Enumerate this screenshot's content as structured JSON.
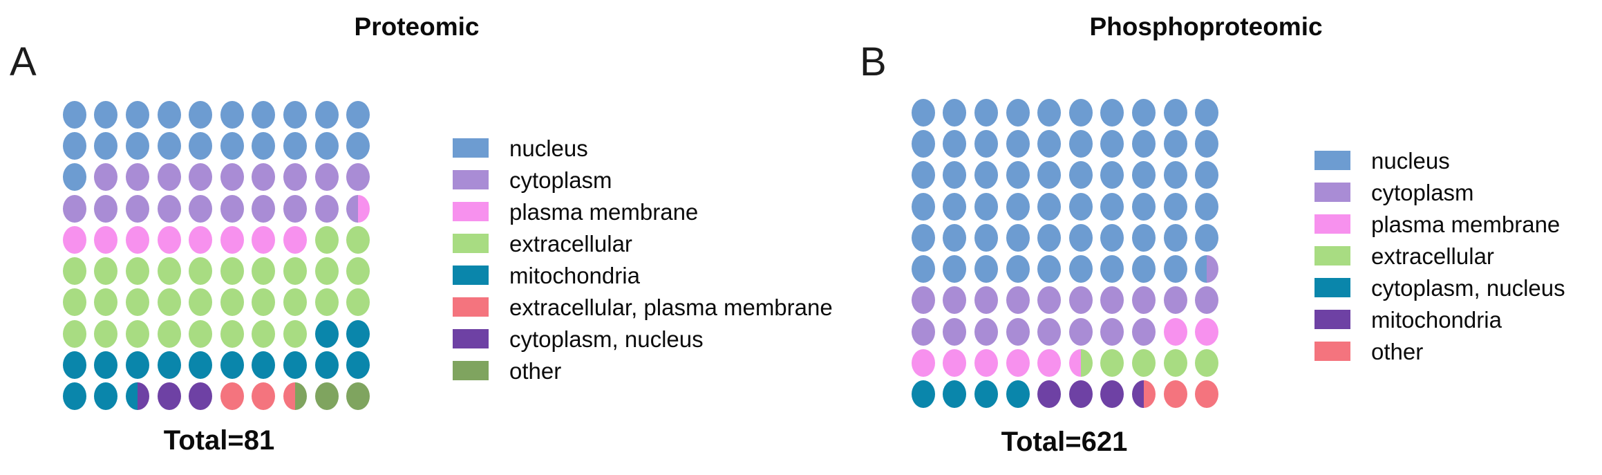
{
  "panels": [
    {
      "panel_label": "A",
      "title": "Proteomic",
      "total_text": "Total=81",
      "total": 81,
      "legend": [
        {
          "label": "nucleus",
          "color": "#6D9CD1"
        },
        {
          "label": "cytoplasm",
          "color": "#A98CD5"
        },
        {
          "label": "plasma membrane",
          "color": "#F791EE"
        },
        {
          "label": "extracellular",
          "color": "#A8DC82"
        },
        {
          "label": "mitochondria",
          "color": "#0A86AB"
        },
        {
          "label": "extracellular, plasma membrane",
          "color": "#F4747E"
        },
        {
          "label": "cytoplasm, nucleus",
          "color": "#6E41A4"
        },
        {
          "label": "other",
          "color": "#7FA45F"
        }
      ],
      "grid_rows": [
        [
          0,
          0,
          0,
          0,
          0,
          0,
          0,
          0,
          0,
          0
        ],
        [
          0,
          0,
          0,
          0,
          0,
          0,
          0,
          0,
          0,
          0
        ],
        [
          0,
          1,
          1,
          1,
          1,
          1,
          1,
          1,
          1,
          1
        ],
        [
          1,
          1,
          1,
          1,
          1,
          1,
          1,
          1,
          1,
          "1|2"
        ],
        [
          2,
          2,
          2,
          2,
          2,
          2,
          2,
          2,
          3,
          3
        ],
        [
          3,
          3,
          3,
          3,
          3,
          3,
          3,
          3,
          3,
          3
        ],
        [
          3,
          3,
          3,
          3,
          3,
          3,
          3,
          3,
          3,
          3
        ],
        [
          3,
          3,
          3,
          3,
          3,
          3,
          3,
          3,
          4,
          4
        ],
        [
          4,
          4,
          4,
          4,
          4,
          4,
          4,
          4,
          4,
          4
        ],
        [
          4,
          4,
          "4|6",
          6,
          6,
          5,
          5,
          "5|7",
          7,
          7
        ]
      ]
    },
    {
      "panel_label": "B",
      "title": "Phosphoproteomic",
      "total_text": "Total=621",
      "total": 621,
      "legend": [
        {
          "label": "nucleus",
          "color": "#6D9CD1"
        },
        {
          "label": "cytoplasm",
          "color": "#A98CD5"
        },
        {
          "label": "plasma membrane",
          "color": "#F791EE"
        },
        {
          "label": "extracellular",
          "color": "#A8DC82"
        },
        {
          "label": "cytoplasm, nucleus",
          "color": "#0A86AB"
        },
        {
          "label": "mitochondria",
          "color": "#6E41A4"
        },
        {
          "label": "other",
          "color": "#F4747E"
        }
      ],
      "grid_rows": [
        [
          0,
          0,
          0,
          0,
          0,
          0,
          0,
          0,
          0,
          0
        ],
        [
          0,
          0,
          0,
          0,
          0,
          0,
          0,
          0,
          0,
          0
        ],
        [
          0,
          0,
          0,
          0,
          0,
          0,
          0,
          0,
          0,
          0
        ],
        [
          0,
          0,
          0,
          0,
          0,
          0,
          0,
          0,
          0,
          0
        ],
        [
          0,
          0,
          0,
          0,
          0,
          0,
          0,
          0,
          0,
          0
        ],
        [
          0,
          0,
          0,
          0,
          0,
          0,
          0,
          0,
          0,
          "0|1"
        ],
        [
          1,
          1,
          1,
          1,
          1,
          1,
          1,
          1,
          1,
          1
        ],
        [
          1,
          1,
          1,
          1,
          1,
          1,
          1,
          1,
          2,
          2
        ],
        [
          2,
          2,
          2,
          2,
          2,
          "2|3",
          3,
          3,
          3,
          3
        ],
        [
          4,
          4,
          4,
          4,
          5,
          5,
          5,
          "5|6",
          6,
          6
        ]
      ]
    }
  ],
  "chart_data": [
    {
      "type": "waffle",
      "title": "Proteomic",
      "footer": "Total=81",
      "total": 81,
      "grid": "10x10, each dot = 1% of total, split dots = 0.5%",
      "legend_position": "right",
      "categories": [
        "nucleus",
        "cytoplasm",
        "plasma membrane",
        "extracellular",
        "mitochondria",
        "extracellular, plasma membrane",
        "cytoplasm, nucleus",
        "other"
      ],
      "percent_of_total": [
        21,
        18.5,
        8.5,
        30,
        14.5,
        2.5,
        2.5,
        2.5
      ],
      "colors": [
        "#6D9CD1",
        "#A98CD5",
        "#F791EE",
        "#A8DC82",
        "#0A86AB",
        "#F4747E",
        "#6E41A4",
        "#7FA45F"
      ]
    },
    {
      "type": "waffle",
      "title": "Phosphoproteomic",
      "footer": "Total=621",
      "total": 621,
      "grid": "10x10, each dot = 1% of total, split dots = 0.5%",
      "legend_position": "right",
      "categories": [
        "nucleus",
        "cytoplasm",
        "plasma membrane",
        "extracellular",
        "cytoplasm, nucleus",
        "mitochondria",
        "other"
      ],
      "percent_of_total": [
        59.5,
        18.5,
        7.5,
        4.5,
        4,
        3.5,
        2.5
      ],
      "colors": [
        "#6D9CD1",
        "#A98CD5",
        "#F791EE",
        "#A8DC82",
        "#0A86AB",
        "#6E41A4",
        "#F4747E"
      ]
    }
  ]
}
